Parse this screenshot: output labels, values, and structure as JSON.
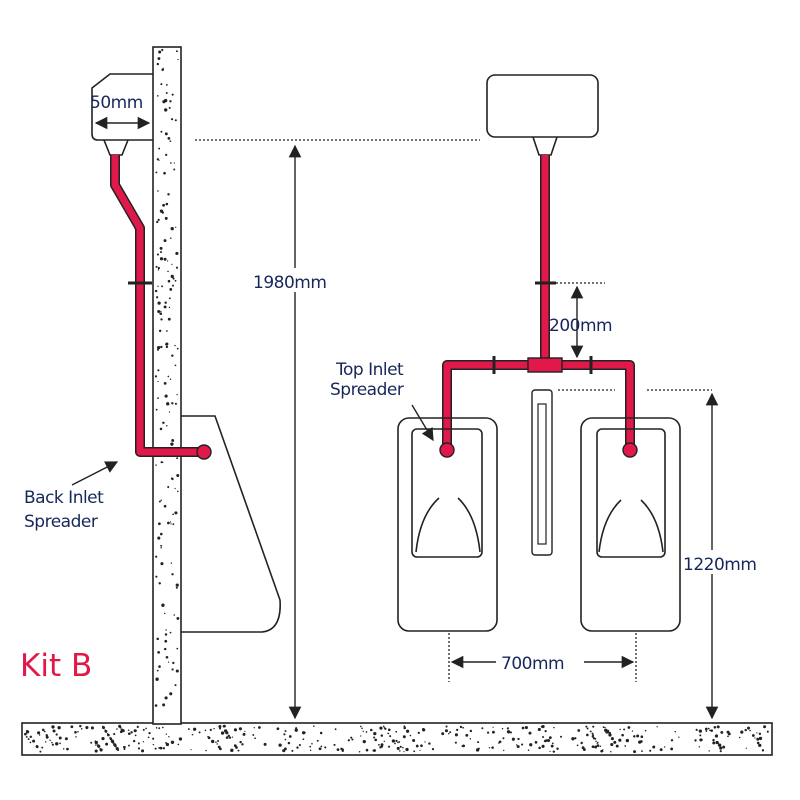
{
  "title": "Kit B",
  "labels": {
    "cistern_gap": "50mm",
    "cistern_height": "1980mm",
    "branch_drop": "200mm",
    "urinal_height": "1220mm",
    "urinal_spacing": "700mm",
    "back_inlet_line1": "Back Inlet",
    "back_inlet_line2": "Spreader",
    "top_inlet_line1": "Top Inlet",
    "top_inlet_line2": "Spreader"
  },
  "colors": {
    "pipe": "#e0194a",
    "text": "#17275a"
  }
}
